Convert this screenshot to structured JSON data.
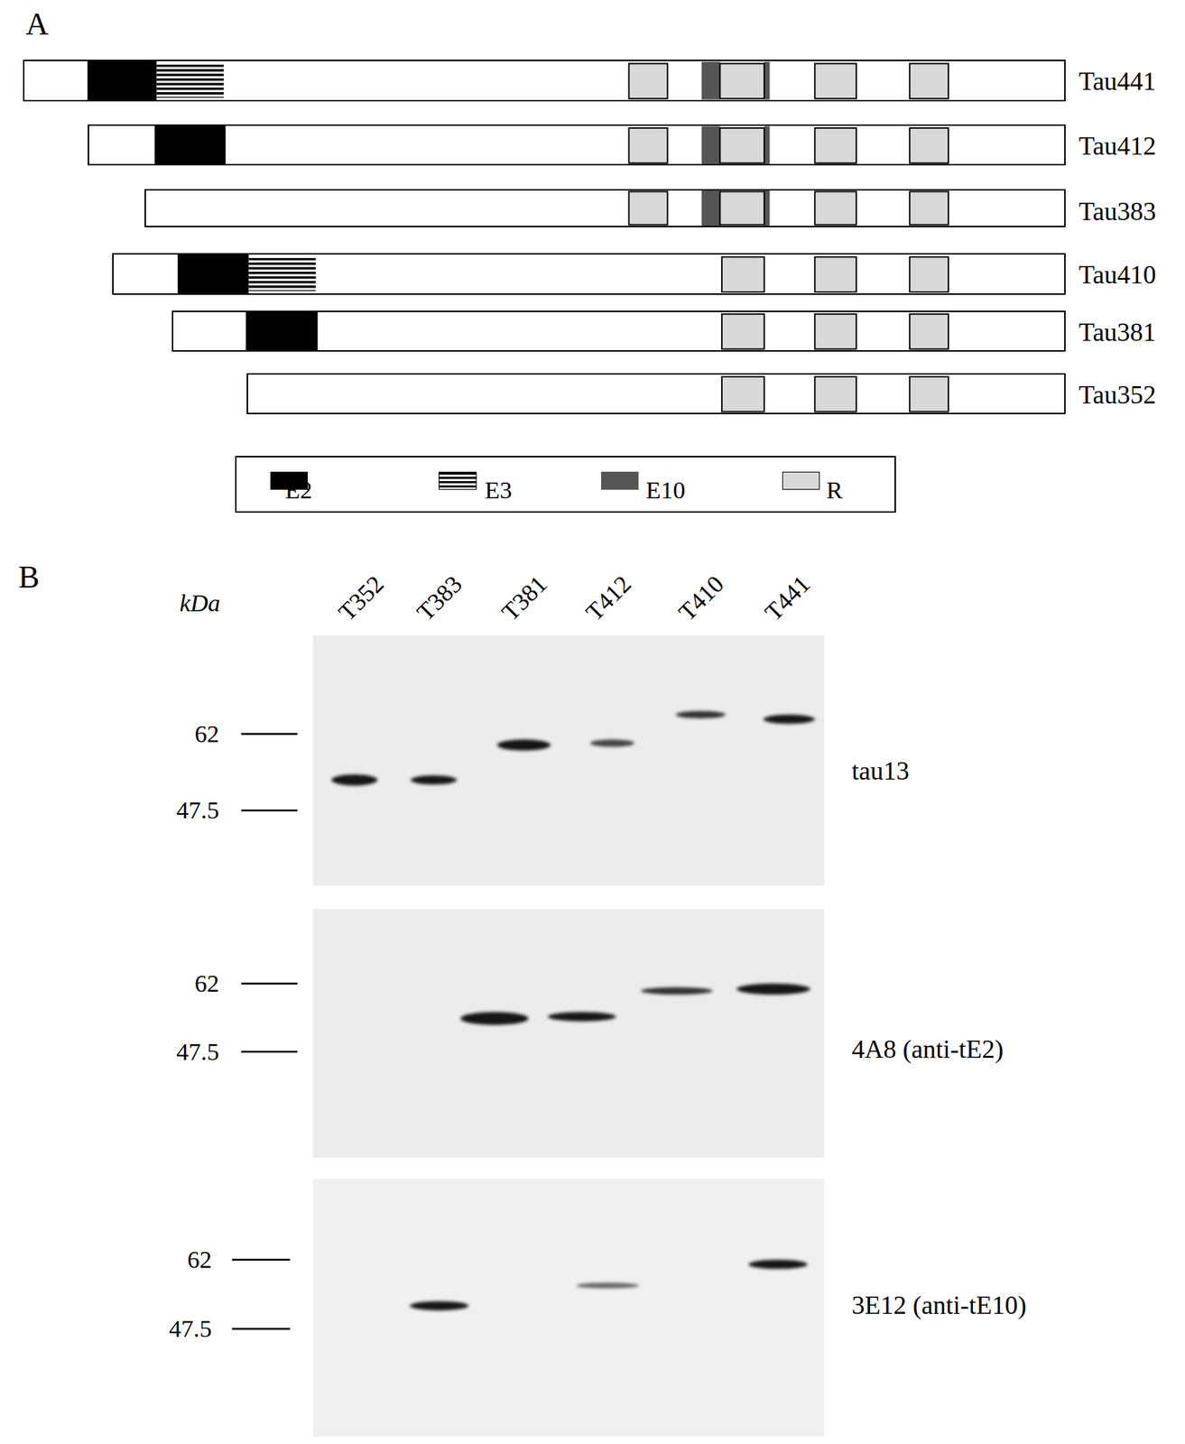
{
  "diagram": {
    "nodes": [
      {
        "text": [
          "Tau441"
        ]
      },
      {
        "text": [
          "Tau412"
        ]
      },
      {
        "text": [
          "Tau383"
        ]
      },
      {
        "text": [
          "Tau410"
        ]
      },
      {
        "text": [
          "Tau381"
        ]
      },
      {
        "text": [
          "Tau352"
        ]
      },
      {
        "text": [
          "tau13"
        ]
      },
      {
        "text": [
          "4A8 (anti-tE2)"
        ]
      },
      {
        "text": [
          "3E12 (anti-tE10)"
        ]
      }
    ],
    "labels": [
      "A",
      "B",
      "kDa",
      "T352",
      "T383",
      "T381",
      "T412",
      "T410",
      "T441",
      "62",
      "47.5",
      "62",
      "47.5",
      "62",
      "47.5"
    ],
    "legend": [
      {
        "text": "E2",
        "color": "#000000"
      },
      {
        "text": "E3"
      },
      {
        "text": "E10",
        "color": "#555555"
      },
      {
        "text": "R",
        "color": "#d9d9d9"
      }
    ]
  }
}
